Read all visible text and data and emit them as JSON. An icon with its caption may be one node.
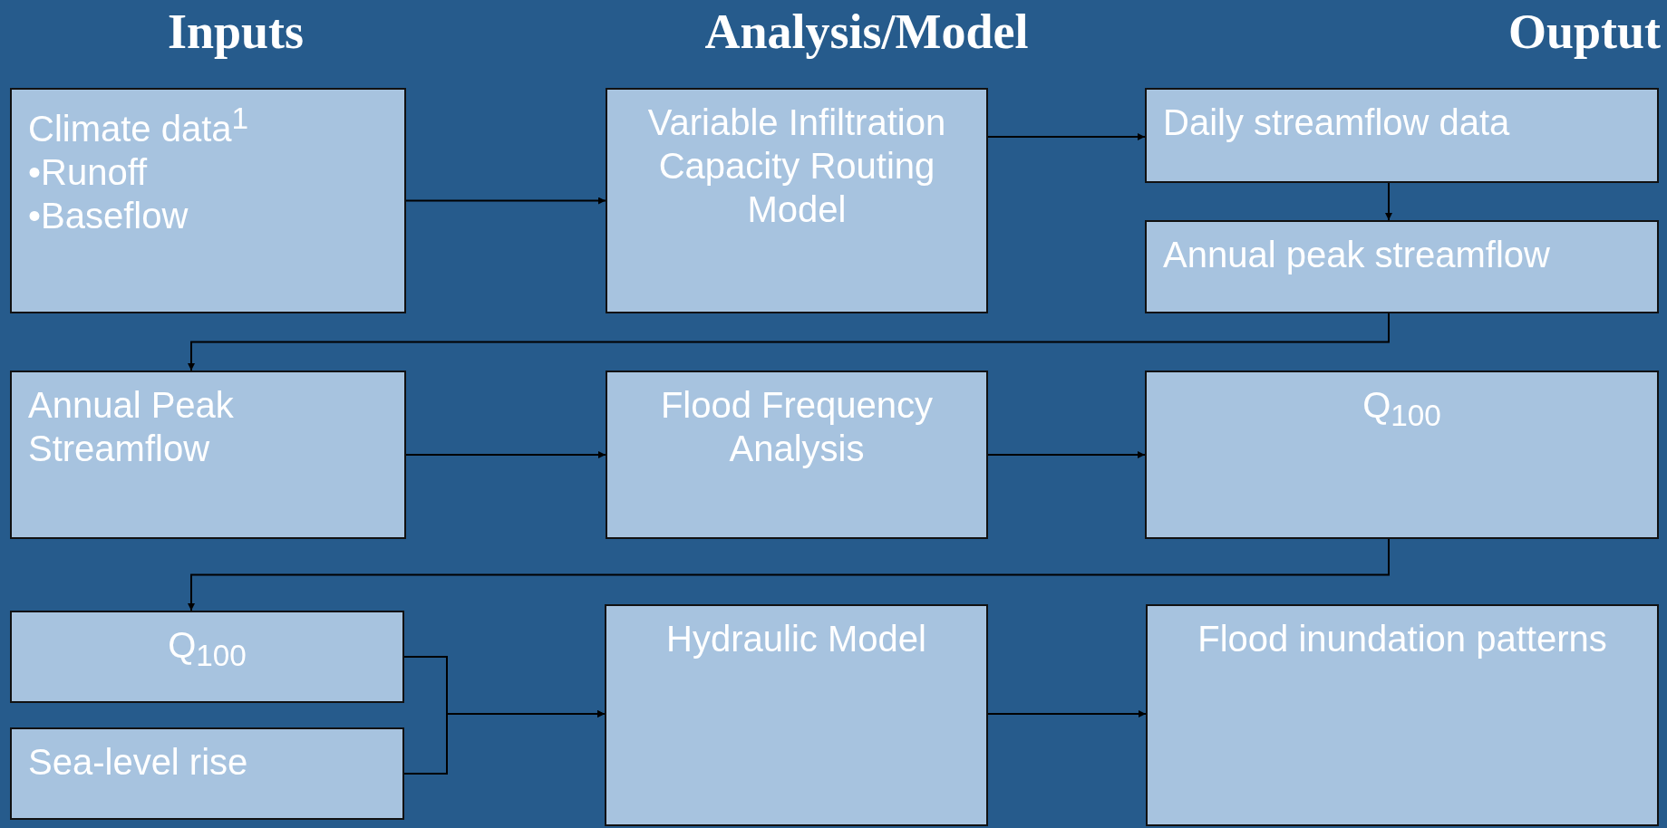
{
  "diagram": {
    "nodes": [
      {
        "text": [
          "Climate data$^{1}$",
          "•Runoff",
          "•Baseflow"
        ]
      },
      {
        "text": [
          "Variable Infiltration Capacity Routing Model"
        ]
      },
      {
        "text": [
          "Daily streamflow data"
        ]
      },
      {
        "text": [
          "Annual peak streamflow"
        ]
      },
      {
        "text": [
          "Annual Peak Streamflow"
        ]
      },
      {
        "text": [
          "Flood Frequency Analysis"
        ]
      },
      {
        "text": [
          "Q$_{100}$"
        ]
      },
      {
        "text": [
          "Q$_{100}$"
        ]
      },
      {
        "text": [
          "Sea-level rise"
        ]
      },
      {
        "text": [
          "Hydraulic Model"
        ]
      },
      {
        "text": [
          "Flood inundation patterns"
        ]
      }
    ],
    "edges": [
      {
        "from": 0,
        "to": 1,
        "arrow": "to"
      },
      {
        "from": 1,
        "to": 2,
        "arrow": "to"
      },
      {
        "from": 2,
        "to": 3,
        "arrow": "to"
      },
      {
        "from": 3,
        "to": 4,
        "arrow": "to"
      },
      {
        "from": 4,
        "to": 5,
        "arrow": "to"
      },
      {
        "from": 5,
        "to": 6,
        "arrow": "to"
      },
      {
        "from": 6,
        "to": 7,
        "arrow": "to"
      },
      {
        "from": 7,
        "to": 9,
        "arrow": "to"
      },
      {
        "from": 8,
        "to": 9,
        "arrow": "to"
      },
      {
        "from": 9,
        "to": 10,
        "arrow": "to"
      }
    ],
    "labels": [
      "Inputs",
      "Analysis/Model",
      "Ouptut"
    ]
  }
}
